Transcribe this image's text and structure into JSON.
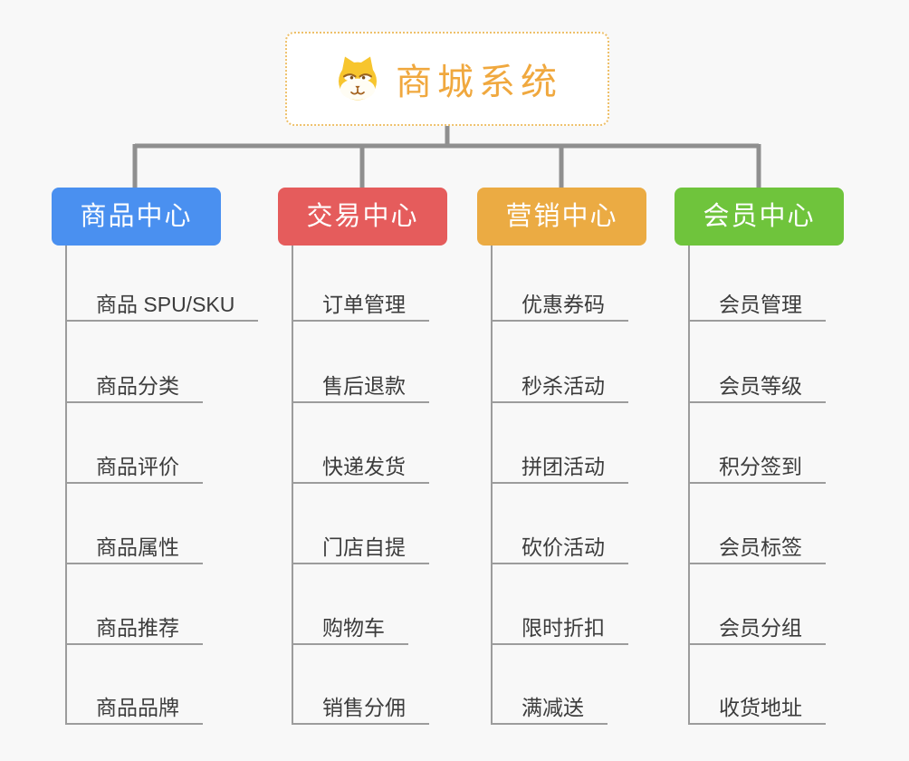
{
  "root": {
    "title": "商城系统",
    "icon": "dog-icon",
    "text_color": "#f0a83e",
    "border_color": "#eec06a"
  },
  "colors": {
    "background": "#f8f8f8",
    "connector": "#8f8f8f",
    "leaf_line": "#9c9c9c",
    "leaf_text": "#3c3c3c"
  },
  "branches": [
    {
      "label": "商品中心",
      "color": "#4a90f0",
      "children": [
        "商品 SPU/SKU",
        "商品分类",
        "商品评价",
        "商品属性",
        "商品推荐",
        "商品品牌"
      ]
    },
    {
      "label": "交易中心",
      "color": "#e55c5c",
      "children": [
        "订单管理",
        "售后退款",
        "快递发货",
        "门店自提",
        "购物车",
        "销售分佣"
      ]
    },
    {
      "label": "营销中心",
      "color": "#ebab43",
      "children": [
        "优惠券码",
        "秒杀活动",
        "拼团活动",
        "砍价活动",
        "限时折扣",
        "满减送"
      ]
    },
    {
      "label": "会员中心",
      "color": "#6fc43c",
      "children": [
        "会员管理",
        "会员等级",
        "积分签到",
        "会员标签",
        "会员分组",
        "收货地址"
      ]
    }
  ]
}
